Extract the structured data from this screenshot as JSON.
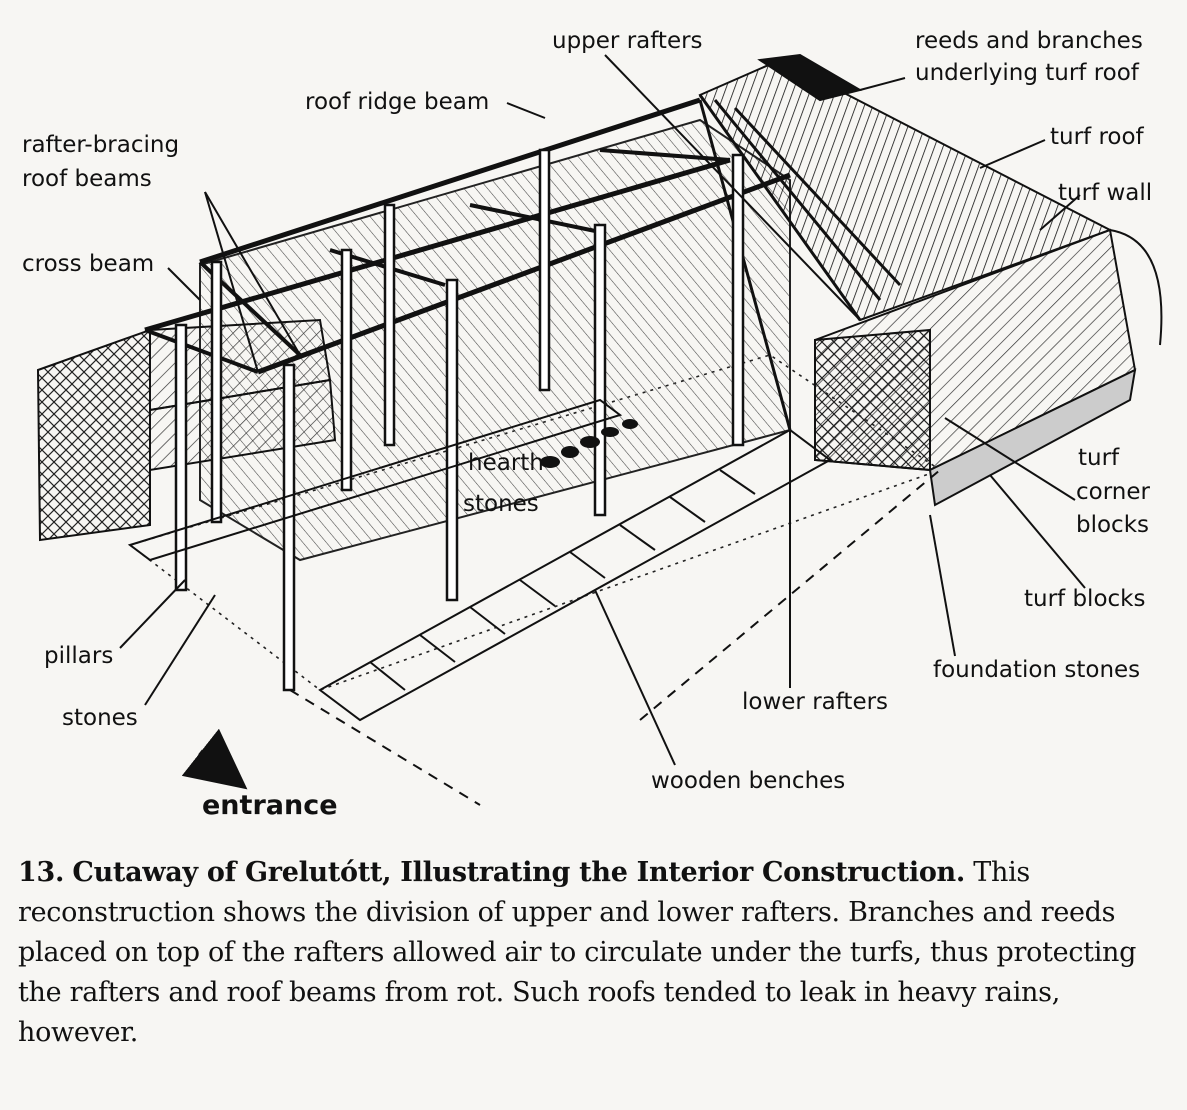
{
  "figure": {
    "labels": {
      "upper_rafters": "upper rafters",
      "reeds_and_branches": "reeds and branches",
      "underlying_turf_roof": "underlying turf roof",
      "roof_ridge_beam": "roof ridge beam",
      "turf_roof": "turf roof",
      "rafter_bracing_roof_beams_1": "rafter-bracing",
      "rafter_bracing_roof_beams_2": "roof beams",
      "turf_wall": "turf wall",
      "cross_beam": "cross beam",
      "hearth_stones_1": "hearth",
      "hearth_stones_2": "stones",
      "turf_corner_blocks_1": "turf",
      "turf_corner_blocks_2": "corner",
      "turf_corner_blocks_3": "blocks",
      "turf_blocks": "turf blocks",
      "pillars": "pillars",
      "foundation_stones": "foundation stones",
      "stones": "stones",
      "lower_rafters": "lower rafters",
      "wooden_benches": "wooden benches",
      "entrance": "entrance"
    }
  },
  "caption": {
    "number": "13.",
    "title": "Cutaway of Grelutótt, Illustrating the Interior Construction.",
    "text": "This reconstruction shows the division of upper and lower rafters. Branches and reeds placed on top of the rafters allowed air to circulate under the turfs, thus protecting the rafters and roof beams from rot. Such roofs tended to leak in heavy rains, however."
  }
}
